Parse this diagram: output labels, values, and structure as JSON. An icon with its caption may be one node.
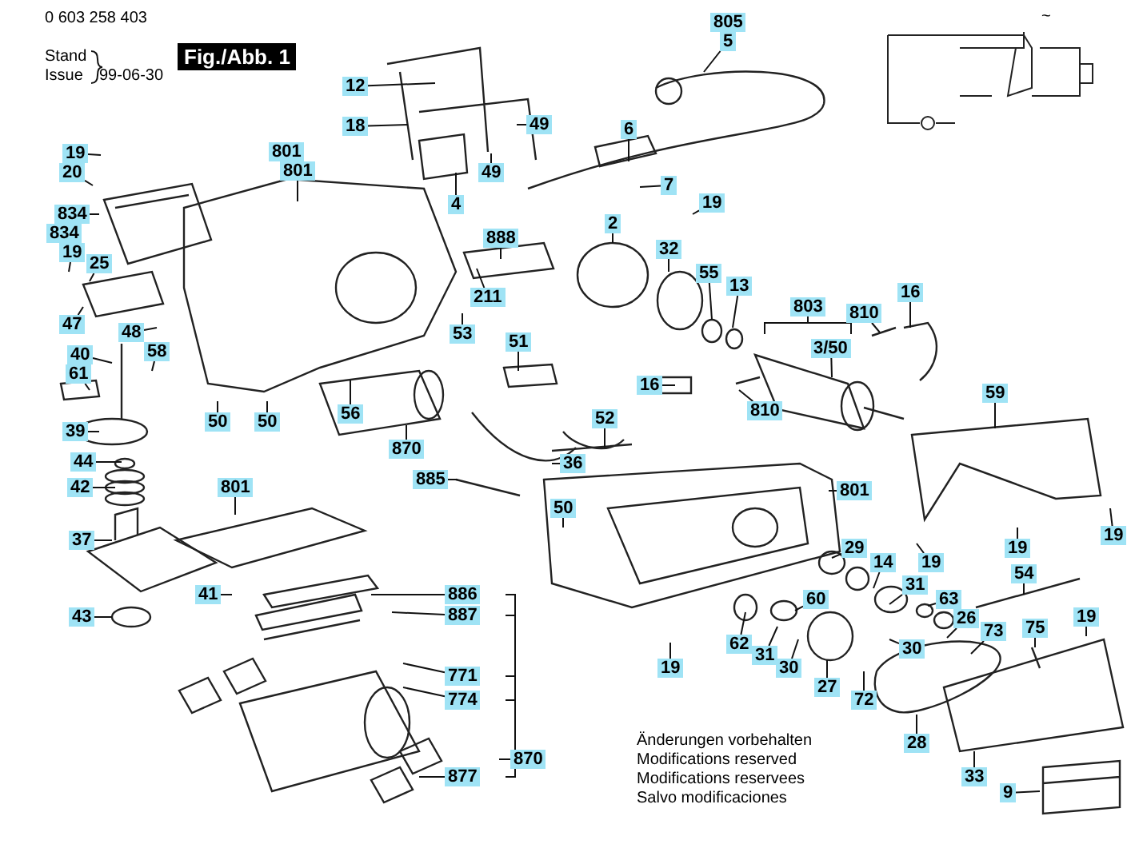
{
  "diagram": {
    "title": "Fig./Abb. 1",
    "nodes": [
      {
        "text": [
          "12"
        ]
      },
      {
        "text": [
          "18"
        ]
      },
      {
        "text": [
          "49"
        ]
      },
      {
        "text": [
          "49"
        ]
      },
      {
        "text": [
          "4"
        ]
      },
      {
        "text": [
          "19"
        ]
      },
      {
        "text": [
          "20"
        ]
      },
      {
        "text": [
          "834"
        ]
      },
      {
        "text": [
          "801"
        ]
      },
      {
        "text": [
          "888"
        ]
      },
      {
        "text": [
          "5"
        ]
      },
      {
        "text": [
          "6"
        ]
      },
      {
        "text": [
          "7"
        ]
      },
      {
        "text": [
          "19"
        ]
      },
      {
        "text": [
          "2"
        ]
      },
      {
        "text": [
          "32"
        ]
      },
      {
        "text": [
          "55"
        ]
      },
      {
        "text": [
          "13"
        ]
      },
      {
        "text": [
          "19"
        ]
      },
      {
        "text": [
          "25"
        ]
      },
      {
        "text": [
          "47"
        ]
      },
      {
        "text": [
          "48"
        ]
      },
      {
        "text": [
          "40"
        ]
      },
      {
        "text": [
          "58"
        ]
      },
      {
        "text": [
          "61"
        ]
      },
      {
        "text": [
          "211"
        ]
      },
      {
        "text": [
          "53"
        ]
      },
      {
        "text": [
          "51"
        ]
      },
      {
        "text": [
          "803"
        ]
      },
      {
        "text": [
          "810"
        ]
      },
      {
        "text": [
          "16"
        ]
      },
      {
        "text": [
          "3/50"
        ]
      },
      {
        "text": [
          "16"
        ]
      },
      {
        "text": [
          "810"
        ]
      },
      {
        "text": [
          "50"
        ]
      },
      {
        "text": [
          "50"
        ]
      },
      {
        "text": [
          "56"
        ]
      },
      {
        "text": [
          "870"
        ]
      },
      {
        "text": [
          "52"
        ]
      },
      {
        "text": [
          "39"
        ]
      },
      {
        "text": [
          "59"
        ]
      },
      {
        "text": [
          "36"
        ]
      },
      {
        "text": [
          "885"
        ]
      },
      {
        "text": [
          "44"
        ]
      },
      {
        "text": [
          "42"
        ]
      },
      {
        "text": [
          "801"
        ]
      },
      {
        "text": [
          "801"
        ]
      },
      {
        "text": [
          "50"
        ]
      },
      {
        "text": [
          "19"
        ]
      },
      {
        "text": [
          "19"
        ]
      },
      {
        "text": [
          "37"
        ]
      },
      {
        "text": [
          "29"
        ]
      },
      {
        "text": [
          "14"
        ]
      },
      {
        "text": [
          "19"
        ]
      },
      {
        "text": [
          "31"
        ]
      },
      {
        "text": [
          "54"
        ]
      },
      {
        "text": [
          "60"
        ]
      },
      {
        "text": [
          "63"
        ]
      },
      {
        "text": [
          "26"
        ]
      },
      {
        "text": [
          "73"
        ]
      },
      {
        "text": [
          "41"
        ]
      },
      {
        "text": [
          "886"
        ]
      },
      {
        "text": [
          "887"
        ]
      },
      {
        "text": [
          "43"
        ]
      },
      {
        "text": [
          "62"
        ]
      },
      {
        "text": [
          "31"
        ]
      },
      {
        "text": [
          "30"
        ]
      },
      {
        "text": [
          "30"
        ]
      },
      {
        "text": [
          "75"
        ]
      },
      {
        "text": [
          "19"
        ]
      },
      {
        "text": [
          "19"
        ]
      },
      {
        "text": [
          "27"
        ]
      },
      {
        "text": [
          "72"
        ]
      },
      {
        "text": [
          "771"
        ]
      },
      {
        "text": [
          "774"
        ]
      },
      {
        "text": [
          "870"
        ]
      },
      {
        "text": [
          "28"
        ]
      },
      {
        "text": [
          "877"
        ]
      },
      {
        "text": [
          "33"
        ]
      },
      {
        "text": [
          "9"
        ]
      },
      {
        "text": [
          "805"
        ]
      },
      {
        "text": [
          "801"
        ]
      },
      {
        "text": [
          "834"
        ]
      }
    ],
    "edges": [
      {
        "from": 0,
        "to": null,
        "arrow": "none"
      },
      {
        "from": 1,
        "to": null,
        "arrow": "none"
      },
      {
        "from": 2,
        "to": null,
        "arrow": "none"
      },
      {
        "from": 3,
        "to": null,
        "arrow": "none"
      },
      {
        "from": 4,
        "to": null,
        "arrow": "none"
      },
      {
        "from": 5,
        "to": null,
        "arrow": "none"
      },
      {
        "from": 6,
        "to": null,
        "arrow": "none"
      },
      {
        "from": 7,
        "to": null,
        "arrow": "none"
      },
      {
        "from": 8,
        "to": null,
        "arrow": "none"
      },
      {
        "from": 9,
        "to": null,
        "arrow": "none"
      },
      {
        "from": 10,
        "to": null,
        "arrow": "none"
      },
      {
        "from": 11,
        "to": null,
        "arrow": "none"
      },
      {
        "from": 12,
        "to": null,
        "arrow": "none"
      },
      {
        "from": 13,
        "to": null,
        "arrow": "none"
      },
      {
        "from": 14,
        "to": null,
        "arrow": "none"
      },
      {
        "from": 15,
        "to": null,
        "arrow": "none"
      },
      {
        "from": 16,
        "to": null,
        "arrow": "none"
      },
      {
        "from": 17,
        "to": null,
        "arrow": "none"
      },
      {
        "from": 18,
        "to": null,
        "arrow": "none"
      },
      {
        "from": 19,
        "to": null,
        "arrow": "none"
      },
      {
        "from": 20,
        "to": null,
        "arrow": "none"
      },
      {
        "from": 21,
        "to": null,
        "arrow": "none"
      },
      {
        "from": 22,
        "to": null,
        "arrow": "none"
      },
      {
        "from": 23,
        "to": null,
        "arrow": "none"
      },
      {
        "from": 24,
        "to": null,
        "arrow": "none"
      },
      {
        "from": 25,
        "to": null,
        "arrow": "none"
      },
      {
        "from": 26,
        "to": null,
        "arrow": "none"
      },
      {
        "from": 27,
        "to": null,
        "arrow": "none"
      },
      {
        "from": 28,
        "to": null,
        "arrow": "none"
      },
      {
        "from": 29,
        "to": null,
        "arrow": "none"
      },
      {
        "from": 30,
        "to": null,
        "arrow": "none"
      },
      {
        "from": 31,
        "to": null,
        "arrow": "none"
      },
      {
        "from": 32,
        "to": null,
        "arrow": "none"
      },
      {
        "from": 33,
        "to": null,
        "arrow": "none"
      },
      {
        "from": 34,
        "to": null,
        "arrow": "none"
      },
      {
        "from": 35,
        "to": null,
        "arrow": "none"
      },
      {
        "from": 36,
        "to": null,
        "arrow": "none"
      },
      {
        "from": 37,
        "to": null,
        "arrow": "none"
      },
      {
        "from": 38,
        "to": null,
        "arrow": "none"
      },
      {
        "from": 39,
        "to": null,
        "arrow": "none"
      },
      {
        "from": 40,
        "to": null,
        "arrow": "none"
      },
      {
        "from": 41,
        "to": null,
        "arrow": "none"
      },
      {
        "from": 42,
        "to": null,
        "arrow": "none"
      },
      {
        "from": 43,
        "to": null,
        "arrow": "none"
      },
      {
        "from": 44,
        "to": null,
        "arrow": "none"
      },
      {
        "from": 45,
        "to": null,
        "arrow": "none"
      },
      {
        "from": 46,
        "to": null,
        "arrow": "none"
      },
      {
        "from": 47,
        "to": null,
        "arrow": "none"
      },
      {
        "from": 48,
        "to": null,
        "arrow": "none"
      },
      {
        "from": 49,
        "to": null,
        "arrow": "none"
      },
      {
        "from": 50,
        "to": null,
        "arrow": "none"
      },
      {
        "from": 51,
        "to": null,
        "arrow": "none"
      },
      {
        "from": 52,
        "to": null,
        "arrow": "none"
      },
      {
        "from": 53,
        "to": null,
        "arrow": "none"
      },
      {
        "from": 54,
        "to": null,
        "arrow": "none"
      },
      {
        "from": 55,
        "to": null,
        "arrow": "none"
      },
      {
        "from": 56,
        "to": null,
        "arrow": "none"
      },
      {
        "from": 57,
        "to": null,
        "arrow": "none"
      },
      {
        "from": 58,
        "to": null,
        "arrow": "none"
      },
      {
        "from": 59,
        "to": null,
        "arrow": "none"
      },
      {
        "from": 60,
        "to": null,
        "arrow": "none"
      },
      {
        "from": 61,
        "to": null,
        "arrow": "none"
      },
      {
        "from": 62,
        "to": null,
        "arrow": "none"
      },
      {
        "from": 63,
        "to": null,
        "arrow": "none"
      },
      {
        "from": 64,
        "to": null,
        "arrow": "none"
      },
      {
        "from": 65,
        "to": null,
        "arrow": "none"
      },
      {
        "from": 66,
        "to": null,
        "arrow": "none"
      },
      {
        "from": 67,
        "to": null,
        "arrow": "none"
      },
      {
        "from": 68,
        "to": null,
        "arrow": "none"
      },
      {
        "from": 69,
        "to": null,
        "arrow": "none"
      },
      {
        "from": 70,
        "to": null,
        "arrow": "none"
      },
      {
        "from": 71,
        "to": null,
        "arrow": "none"
      },
      {
        "from": 72,
        "to": null,
        "arrow": "none"
      },
      {
        "from": 73,
        "to": null,
        "arrow": "none"
      },
      {
        "from": 74,
        "to": null,
        "arrow": "none"
      },
      {
        "from": 75,
        "to": null,
        "arrow": "none"
      },
      {
        "from": 76,
        "to": null,
        "arrow": "none"
      },
      {
        "from": 77,
        "to": null,
        "arrow": "none"
      },
      {
        "from": 78,
        "to": null,
        "arrow": "none"
      },
      {
        "from": 79,
        "to": null,
        "arrow": "none"
      }
    ],
    "labels": [
      "0 603 258 403",
      "Stand",
      "Issue",
      "99-06-30",
      "~",
      "Änderungen vorbehalten",
      "Modifications reserved",
      "Modifications reservees",
      "Salvo modificaciones"
    ]
  }
}
